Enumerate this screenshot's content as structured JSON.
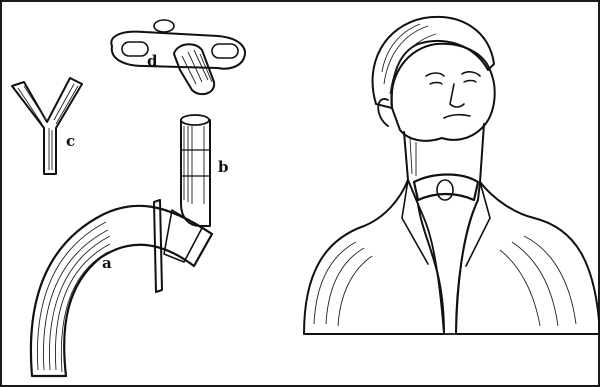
{
  "figure": {
    "labels": {
      "a": "a",
      "b": "b",
      "c": "c",
      "d": "d"
    },
    "parts": [
      "curved-tube",
      "inner-cannula",
      "y-connector",
      "neck-plate-with-elbow"
    ],
    "background_color": "#ffffff",
    "ink_color": "#111111"
  }
}
